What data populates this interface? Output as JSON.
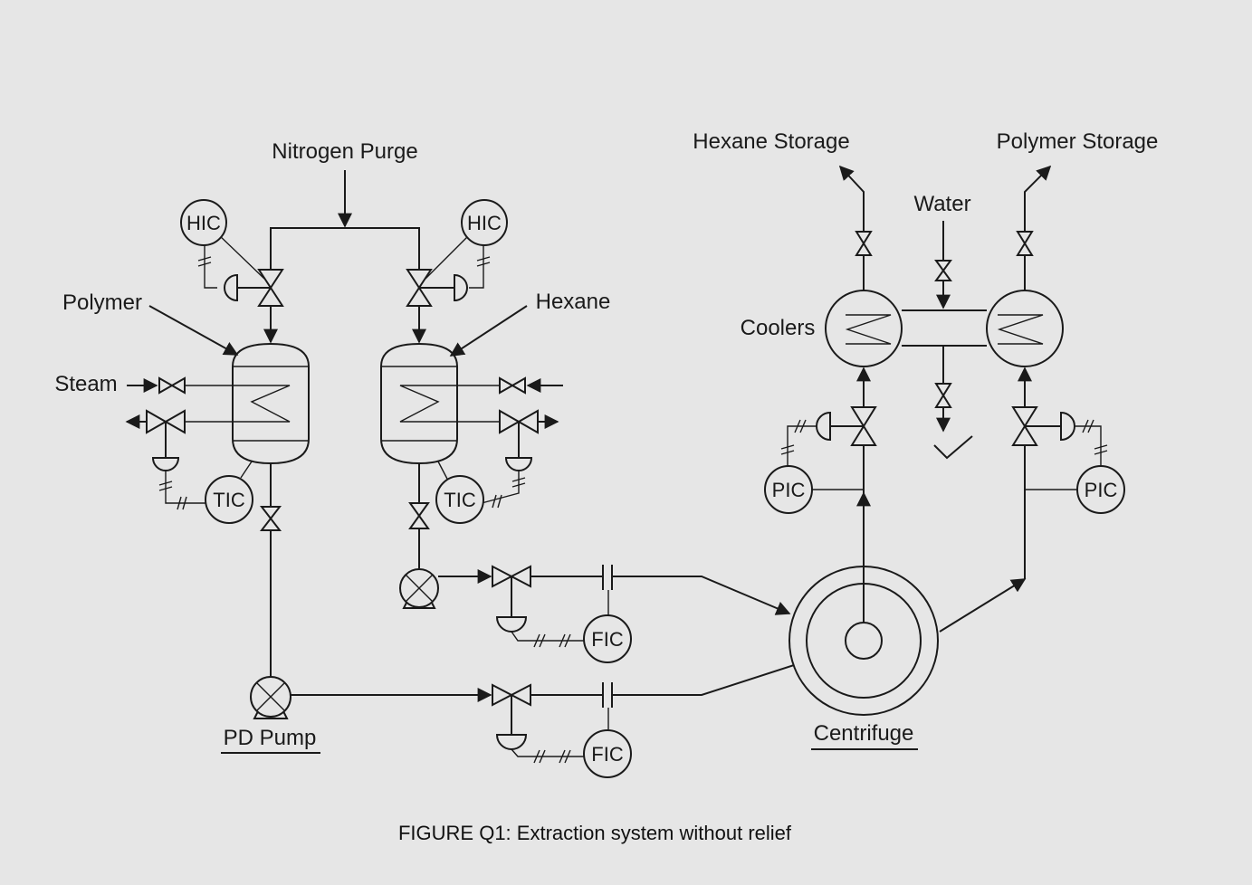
{
  "labels": {
    "nitrogen_purge": "Nitrogen Purge",
    "hexane_storage": "Hexane Storage",
    "polymer_storage": "Polymer Storage",
    "water": "Water",
    "polymer": "Polymer",
    "hexane": "Hexane",
    "steam": "Steam",
    "coolers": "Coolers",
    "pd_pump": "PD Pump",
    "centrifuge": "Centrifuge"
  },
  "instruments": {
    "hic_left": "HIC",
    "hic_right": "HIC",
    "tic_left": "TIC",
    "tic_right": "TIC",
    "fic_top": "FIC",
    "fic_bottom": "FIC",
    "pic_left": "PIC",
    "pic_right": "PIC"
  },
  "caption": "FIGURE Q1: Extraction system without relief"
}
